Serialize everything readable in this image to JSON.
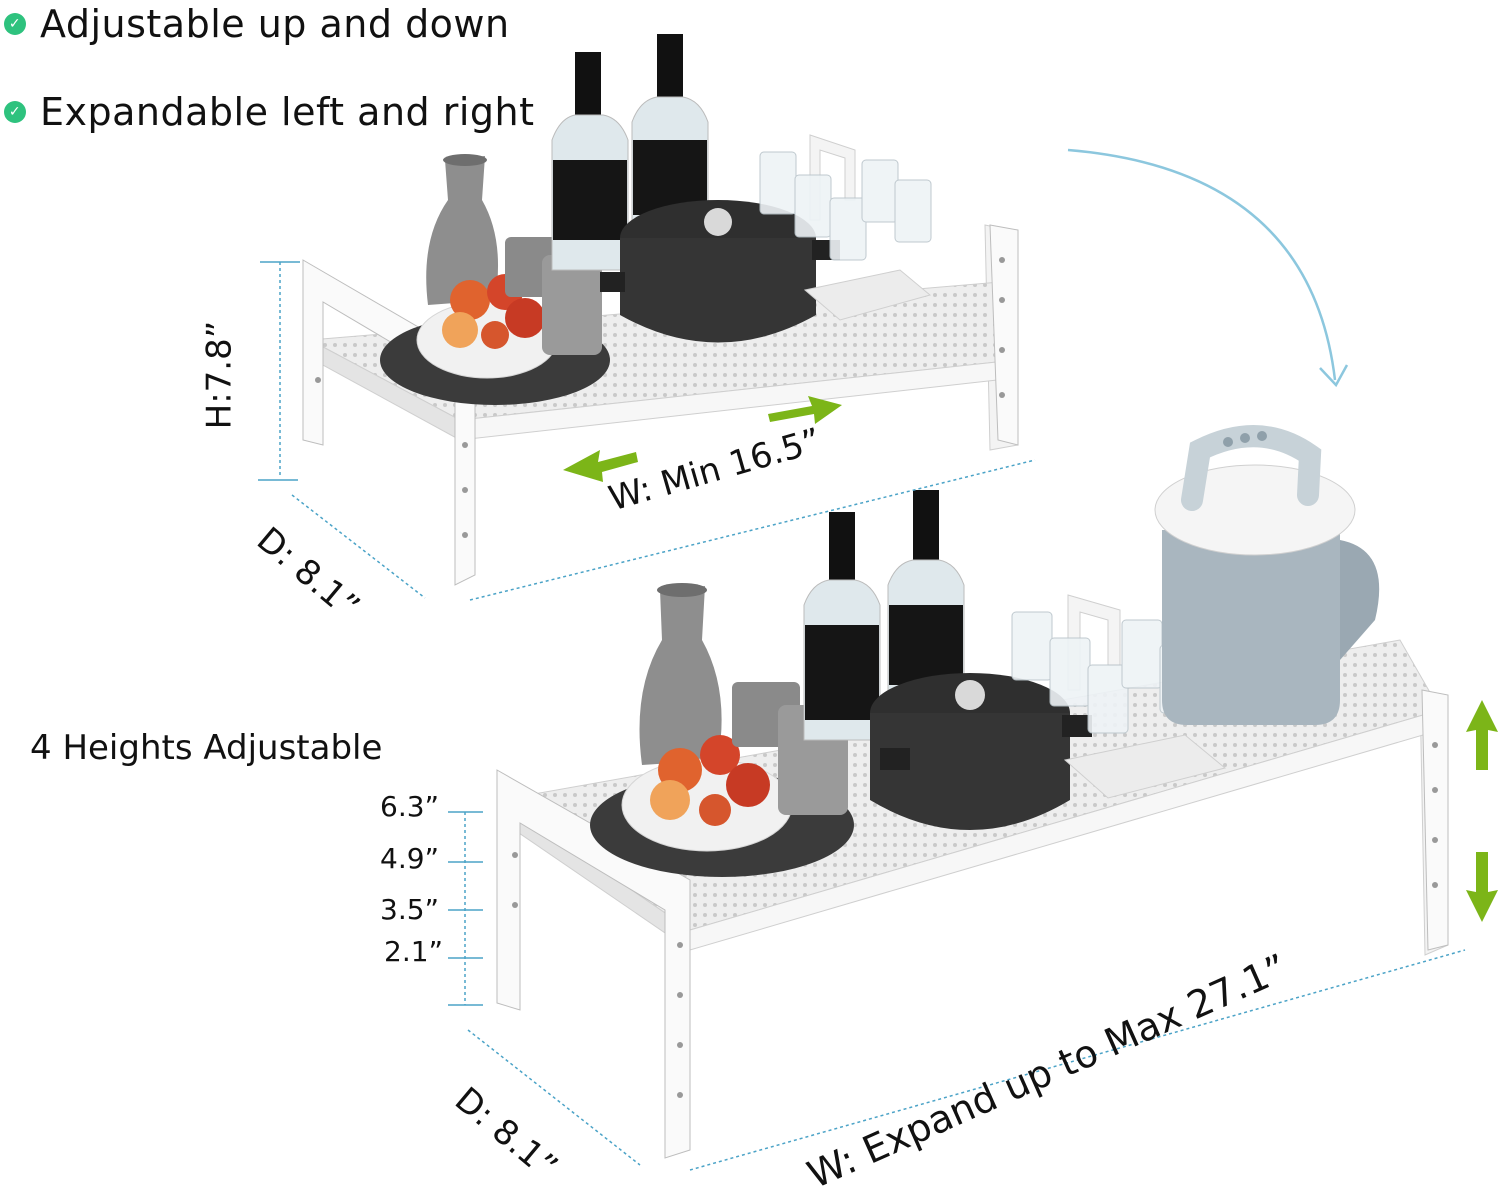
{
  "features": [
    {
      "icon": "check-icon",
      "text": "Adjustable up and down"
    },
    {
      "icon": "check-icon",
      "text": "Expandable left and right"
    }
  ],
  "top_dims": {
    "height": "H:7.8”",
    "width": "W: Min 16.5”",
    "depth": "D: 8.1”"
  },
  "bottom_dims": {
    "heights_title": "4 Heights Adjustable",
    "heights": [
      "6.3”",
      "4.9”",
      "3.5”",
      "2.1”"
    ],
    "width": "W: Expand up to Max 27.1”",
    "depth": "D: 8.1”"
  },
  "colors": {
    "accent_green": "#7cb518",
    "dimension_blue": "#4ba3c7",
    "check_green": "#2ec27e"
  }
}
